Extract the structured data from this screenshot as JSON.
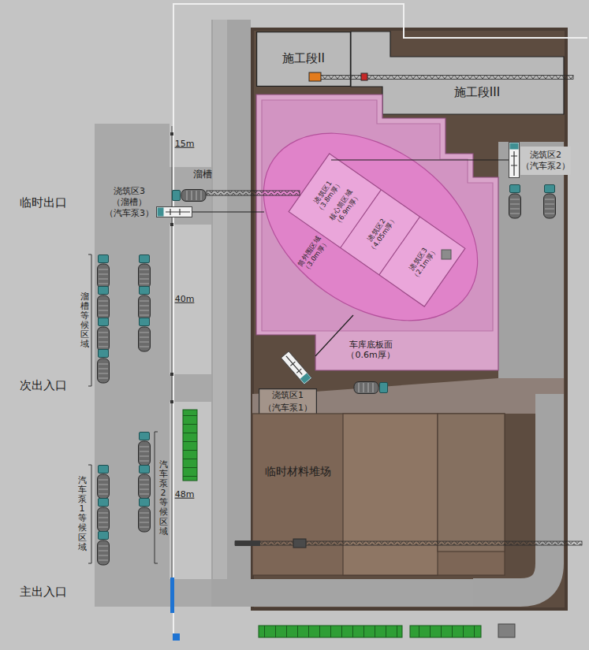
{
  "diagram": {
    "nodes": [
      {
        "text": [
          "施工段II"
        ]
      },
      {
        "text": [
          "施工段III"
        ]
      },
      {
        "text": [
          "车库底板面 （0.6m厚）"
        ]
      },
      {
        "text": [
          "筒外围区域 （3.0m厚）"
        ],
        "in": 2
      },
      {
        "text": [
          "浇筑区1 （3.8m厚）",
          "核心筒区域 （6.9m厚）",
          "浇筑区2 （4.05m厚）",
          "浇筑区3 （2.1m厚）"
        ],
        "in": 3
      },
      {
        "text": [
          "浇筑区1",
          "（汽车泵1）"
        ]
      },
      {
        "text": [
          "临时材料堆场"
        ]
      }
    ],
    "labels": [
      "15m",
      "溜槽",
      "浇筑区3",
      "（溜槽）",
      "（汽车泵3）",
      "临时出口",
      "浇筑区2",
      "（汽车泵2）",
      "溜槽等候区域",
      "40m",
      "次出入口",
      "汽车泵2等候区域",
      "48m",
      "汽车泵1等候区域",
      "主出入口"
    ]
  }
}
